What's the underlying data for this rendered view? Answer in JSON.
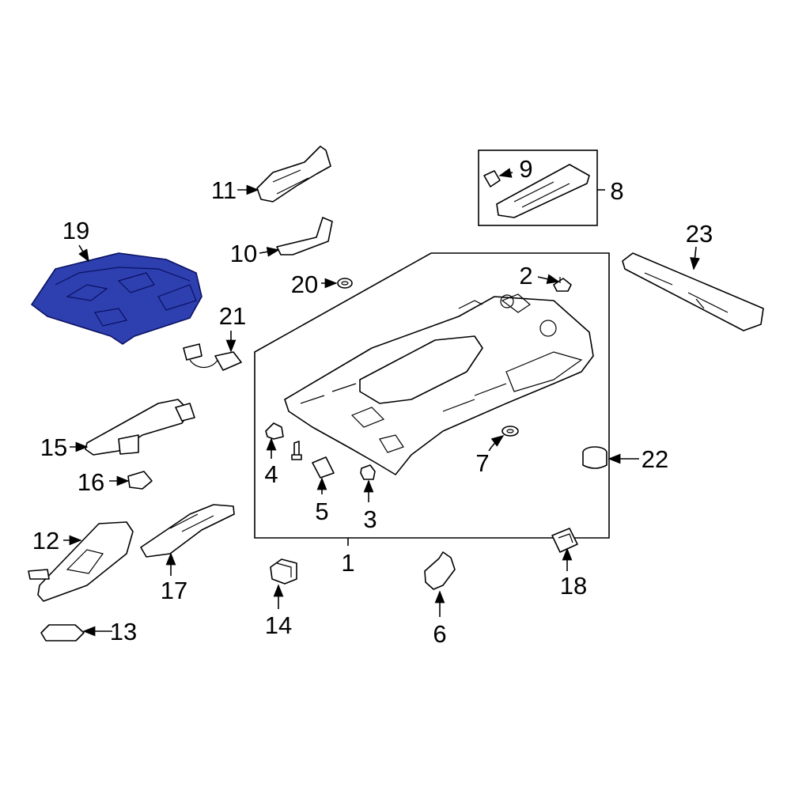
{
  "callouts": {
    "c1": "1",
    "c2": "2",
    "c3": "3",
    "c4": "4",
    "c5": "5",
    "c6": "6",
    "c7": "7",
    "c8": "8",
    "c9": "9",
    "c10": "10",
    "c11": "11",
    "c12": "12",
    "c13": "13",
    "c14": "14",
    "c15": "15",
    "c16": "16",
    "c17": "17",
    "c18": "18",
    "c19": "19",
    "c20": "20",
    "c21": "21",
    "c22": "22",
    "c23": "23"
  },
  "colors": {
    "highlight": "#2e3fb0",
    "outline": "#000000",
    "background": "#ffffff"
  }
}
